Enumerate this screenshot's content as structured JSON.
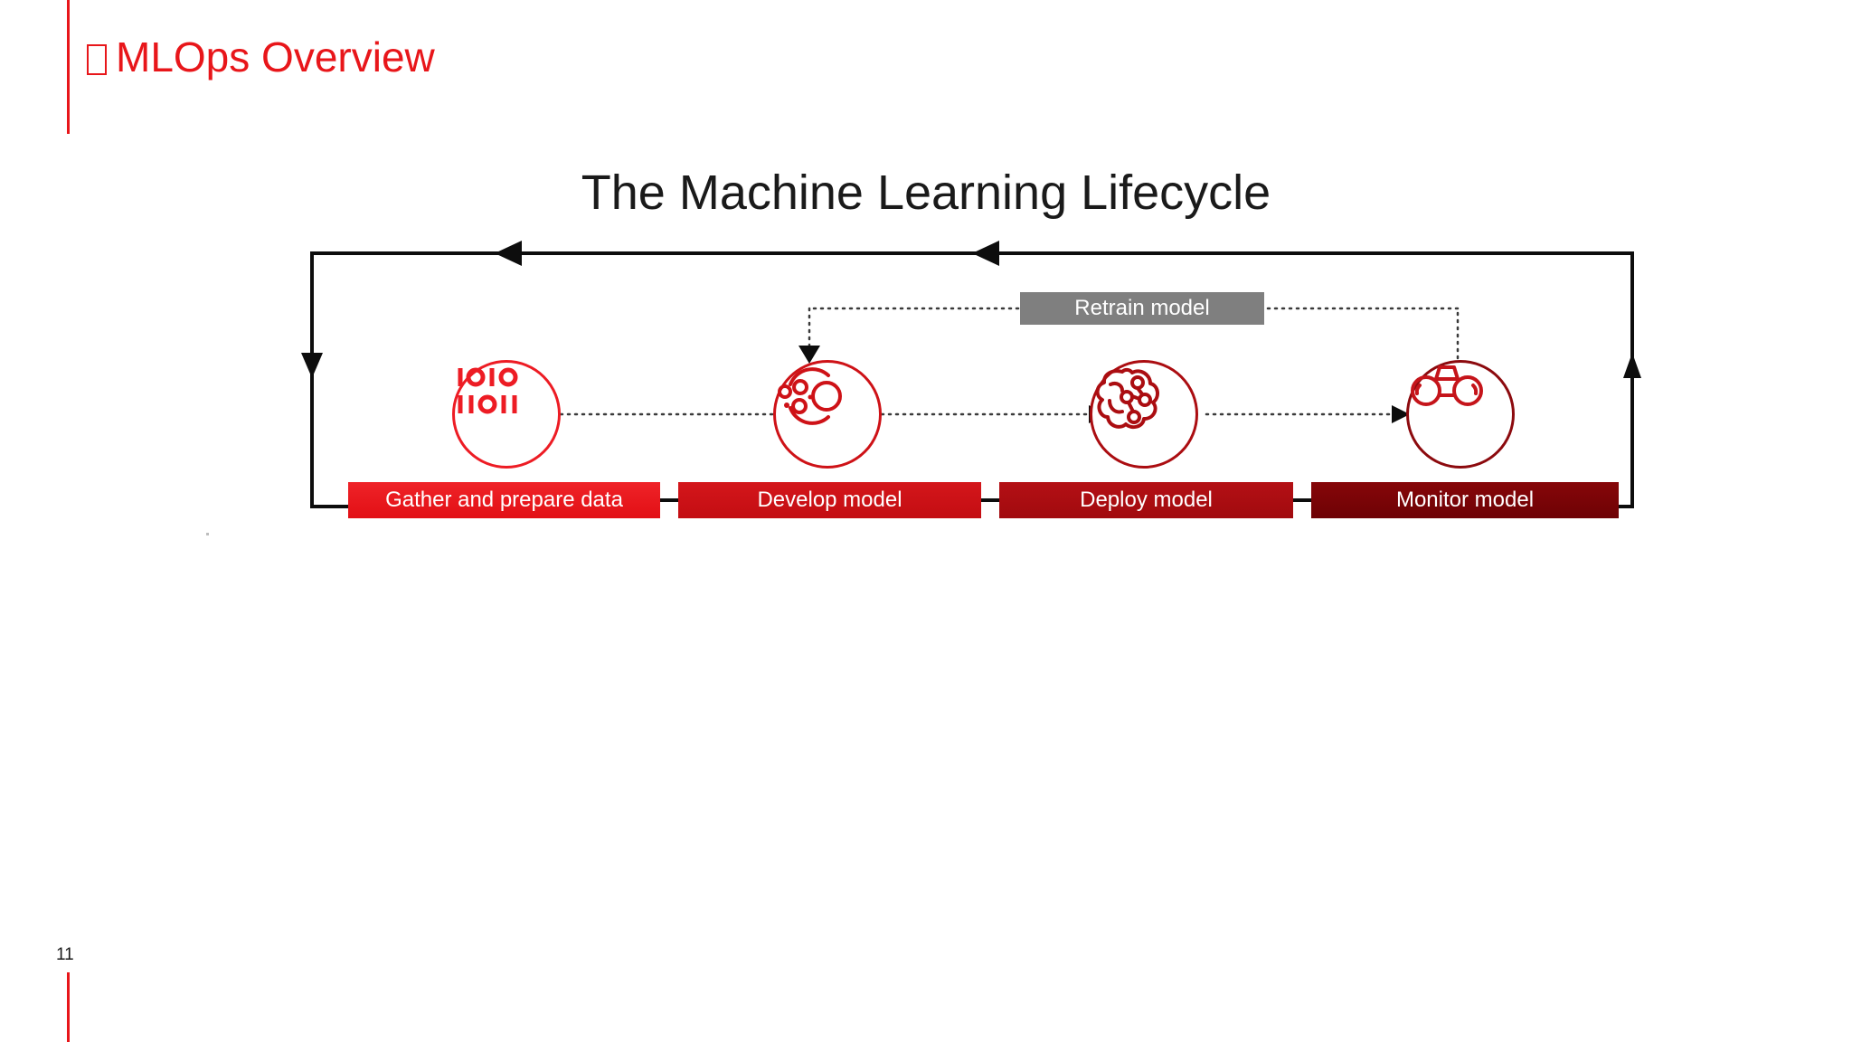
{
  "slide": {
    "title": "MLOps Overview",
    "title_missing_glyph": true,
    "page_number": "11",
    "accent_color": "#e8161a",
    "background": "#ffffff"
  },
  "diagram": {
    "title": "The Machine Learning Lifecycle",
    "retrain_label": "Retrain model",
    "retrain_label_color": "#7f7f7f",
    "stages": [
      {
        "label": "Gather and prepare data",
        "icon": "binary-data-icon",
        "icon_text_top": "IOIO",
        "icon_text_bottom": "IIOII",
        "bar_color": "#ed1c24",
        "circle_color": "#ed1c24"
      },
      {
        "label": "Develop model",
        "icon": "data-clusters-icon",
        "bar_color": "#ce1217",
        "circle_color": "#ce1217"
      },
      {
        "label": "Deploy model",
        "icon": "brain-network-icon",
        "bar_color": "#ab0d11",
        "circle_color": "#ab0d11"
      },
      {
        "label": "Monitor model",
        "icon": "binoculars-icon",
        "bar_color": "#7d0408",
        "circle_color": "#8c0a0e"
      }
    ],
    "flow_arrow_color": "#0d0d0d",
    "connector_style": "dotted"
  }
}
